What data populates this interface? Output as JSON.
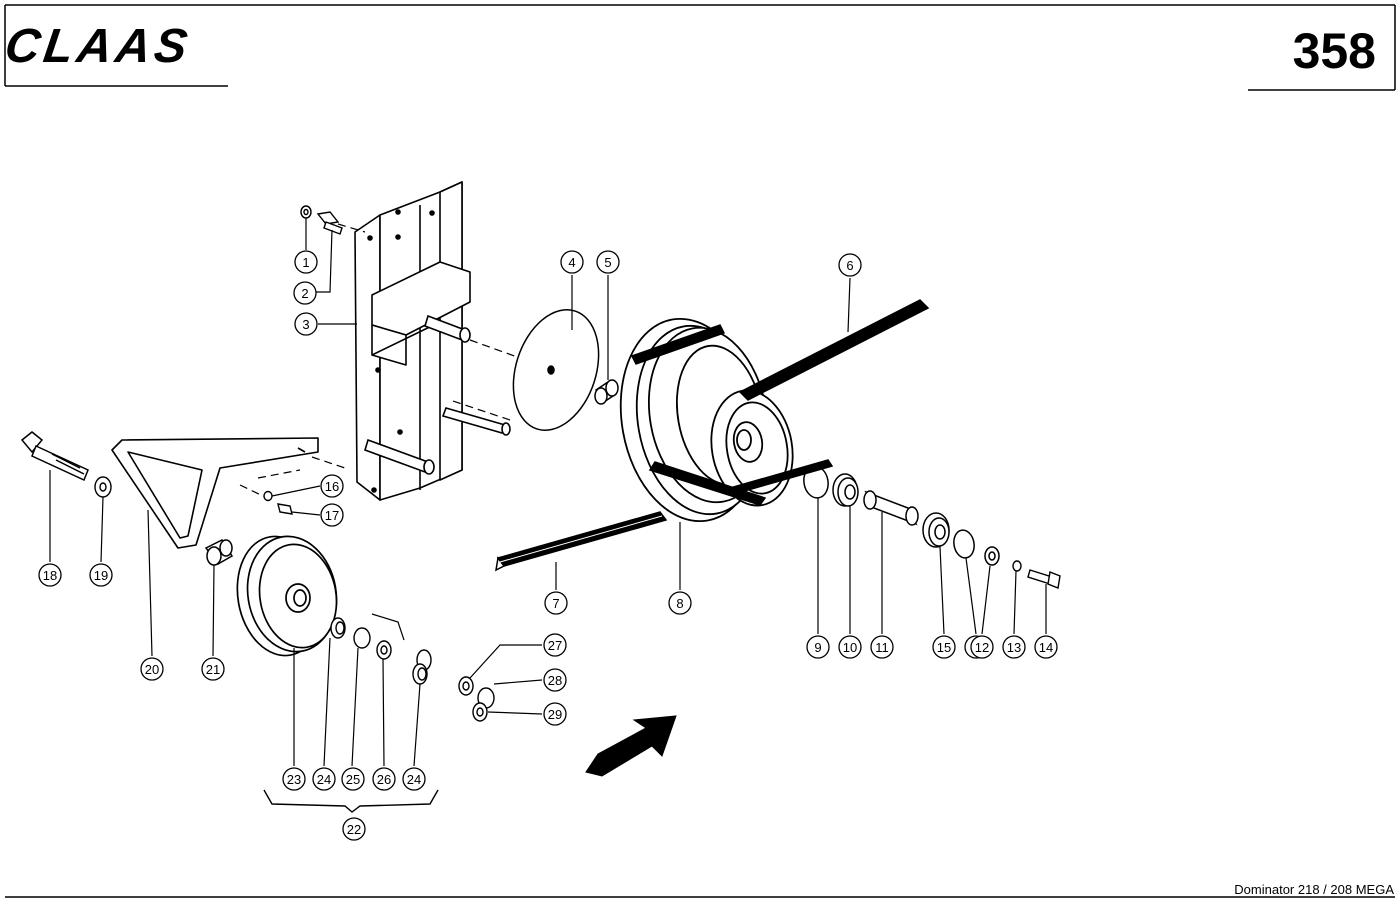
{
  "header": {
    "brand_logo": "CLAAS",
    "page_number": "358"
  },
  "footer": {
    "model": "Dominator 218 / 208 MEGA"
  },
  "callouts": [
    {
      "id": "c1",
      "label": "1"
    },
    {
      "id": "c2",
      "label": "2"
    },
    {
      "id": "c3",
      "label": "3"
    },
    {
      "id": "c4",
      "label": "4"
    },
    {
      "id": "c5",
      "label": "5"
    },
    {
      "id": "c6",
      "label": "6"
    },
    {
      "id": "c7",
      "label": "7"
    },
    {
      "id": "c8",
      "label": "8"
    },
    {
      "id": "c9a",
      "label": "9"
    },
    {
      "id": "c10",
      "label": "10"
    },
    {
      "id": "c11",
      "label": "11"
    },
    {
      "id": "c15",
      "label": "15"
    },
    {
      "id": "c9b",
      "label": "9"
    },
    {
      "id": "c12",
      "label": "12"
    },
    {
      "id": "c13",
      "label": "13"
    },
    {
      "id": "c14",
      "label": "14"
    },
    {
      "id": "c16",
      "label": "16"
    },
    {
      "id": "c17",
      "label": "17"
    },
    {
      "id": "c18",
      "label": "18"
    },
    {
      "id": "c19",
      "label": "19"
    },
    {
      "id": "c20",
      "label": "20"
    },
    {
      "id": "c21",
      "label": "21"
    },
    {
      "id": "c23",
      "label": "23"
    },
    {
      "id": "c24a",
      "label": "24"
    },
    {
      "id": "c25",
      "label": "25"
    },
    {
      "id": "c26",
      "label": "26"
    },
    {
      "id": "c24b",
      "label": "24"
    },
    {
      "id": "c22",
      "label": "22"
    },
    {
      "id": "c27",
      "label": "27"
    },
    {
      "id": "c28",
      "label": "28"
    },
    {
      "id": "c29",
      "label": "29"
    }
  ]
}
